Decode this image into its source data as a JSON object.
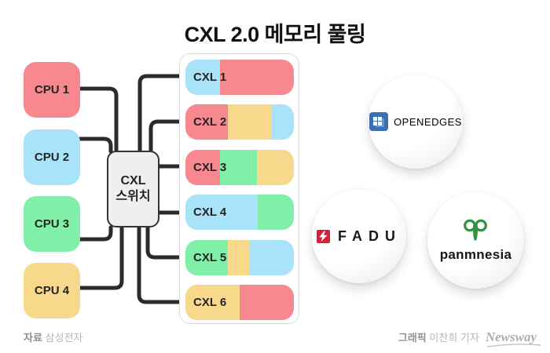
{
  "title": "CXL 2.0 메모리 풀링",
  "palette": {
    "red": "#F8888F",
    "blue": "#A9E3F9",
    "green": "#80EFA7",
    "yellow": "#F8D88B",
    "line": "#2B2B2B"
  },
  "cpus": [
    {
      "label": "CPU 1",
      "color": "red"
    },
    {
      "label": "CPU 2",
      "color": "blue"
    },
    {
      "label": "CPU 3",
      "color": "green"
    },
    {
      "label": "CPU 4",
      "color": "yellow"
    }
  ],
  "switch": {
    "label_line1": "CXL",
    "label_line2": "스위치"
  },
  "modules": [
    {
      "label": "CXL 1",
      "segments": [
        {
          "color": "blue",
          "pct": 32
        },
        {
          "color": "red",
          "pct": 68
        }
      ]
    },
    {
      "label": "CXL 2",
      "segments": [
        {
          "color": "red",
          "pct": 39
        },
        {
          "color": "yellow",
          "pct": 41
        },
        {
          "color": "blue",
          "pct": 20
        }
      ]
    },
    {
      "label": "CXL 3",
      "segments": [
        {
          "color": "red",
          "pct": 32
        },
        {
          "color": "green",
          "pct": 34
        },
        {
          "color": "yellow",
          "pct": 34
        }
      ]
    },
    {
      "label": "CXL 4",
      "segments": [
        {
          "color": "blue",
          "pct": 67
        },
        {
          "color": "green",
          "pct": 33
        }
      ]
    },
    {
      "label": "CXL 5",
      "segments": [
        {
          "color": "green",
          "pct": 39
        },
        {
          "color": "yellow",
          "pct": 20
        },
        {
          "color": "blue",
          "pct": 41
        }
      ]
    },
    {
      "label": "CXL 6",
      "segments": [
        {
          "color": "yellow",
          "pct": 50
        },
        {
          "color": "red",
          "pct": 50
        }
      ]
    }
  ],
  "logos": {
    "openedges": {
      "name": "OPENEDGES",
      "text_color": "#4D79AD",
      "icon_color": "#3B6FB5"
    },
    "fadu": {
      "display": "FADU",
      "icon_color": "#D81F3E"
    },
    "panmnesia": {
      "name": "panmnesia",
      "icon_color": "#2F9343"
    }
  },
  "footer": {
    "source_label": "자료",
    "source_value": "삼성전자",
    "credit_label": "그래픽",
    "credit_value": "이찬희 기자",
    "brand": "Newsway"
  }
}
